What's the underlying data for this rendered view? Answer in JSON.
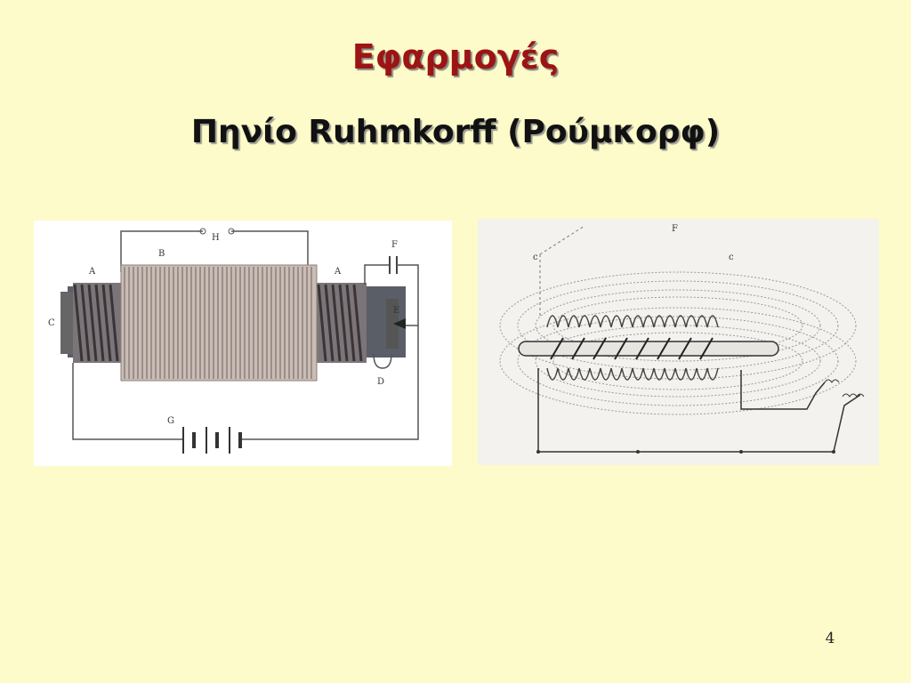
{
  "slide": {
    "title": "Εφαρμογές",
    "subtitle": "Πηνίο Ruhmkorff (Ρούμκορφ)",
    "page_number": "4"
  },
  "figure_left": {
    "labels": {
      "a_left": "A",
      "b": "B",
      "h": "H",
      "a_right": "A",
      "c": "C",
      "f": "F",
      "e": "E",
      "d": "D",
      "g": "G"
    }
  },
  "figure_right": {
    "labels": {
      "f": "F",
      "c_top": "c",
      "c_top2": "c"
    }
  },
  "colors": {
    "background": "#fdfbc9",
    "title": "#9c1414",
    "subtitle": "#111111"
  }
}
